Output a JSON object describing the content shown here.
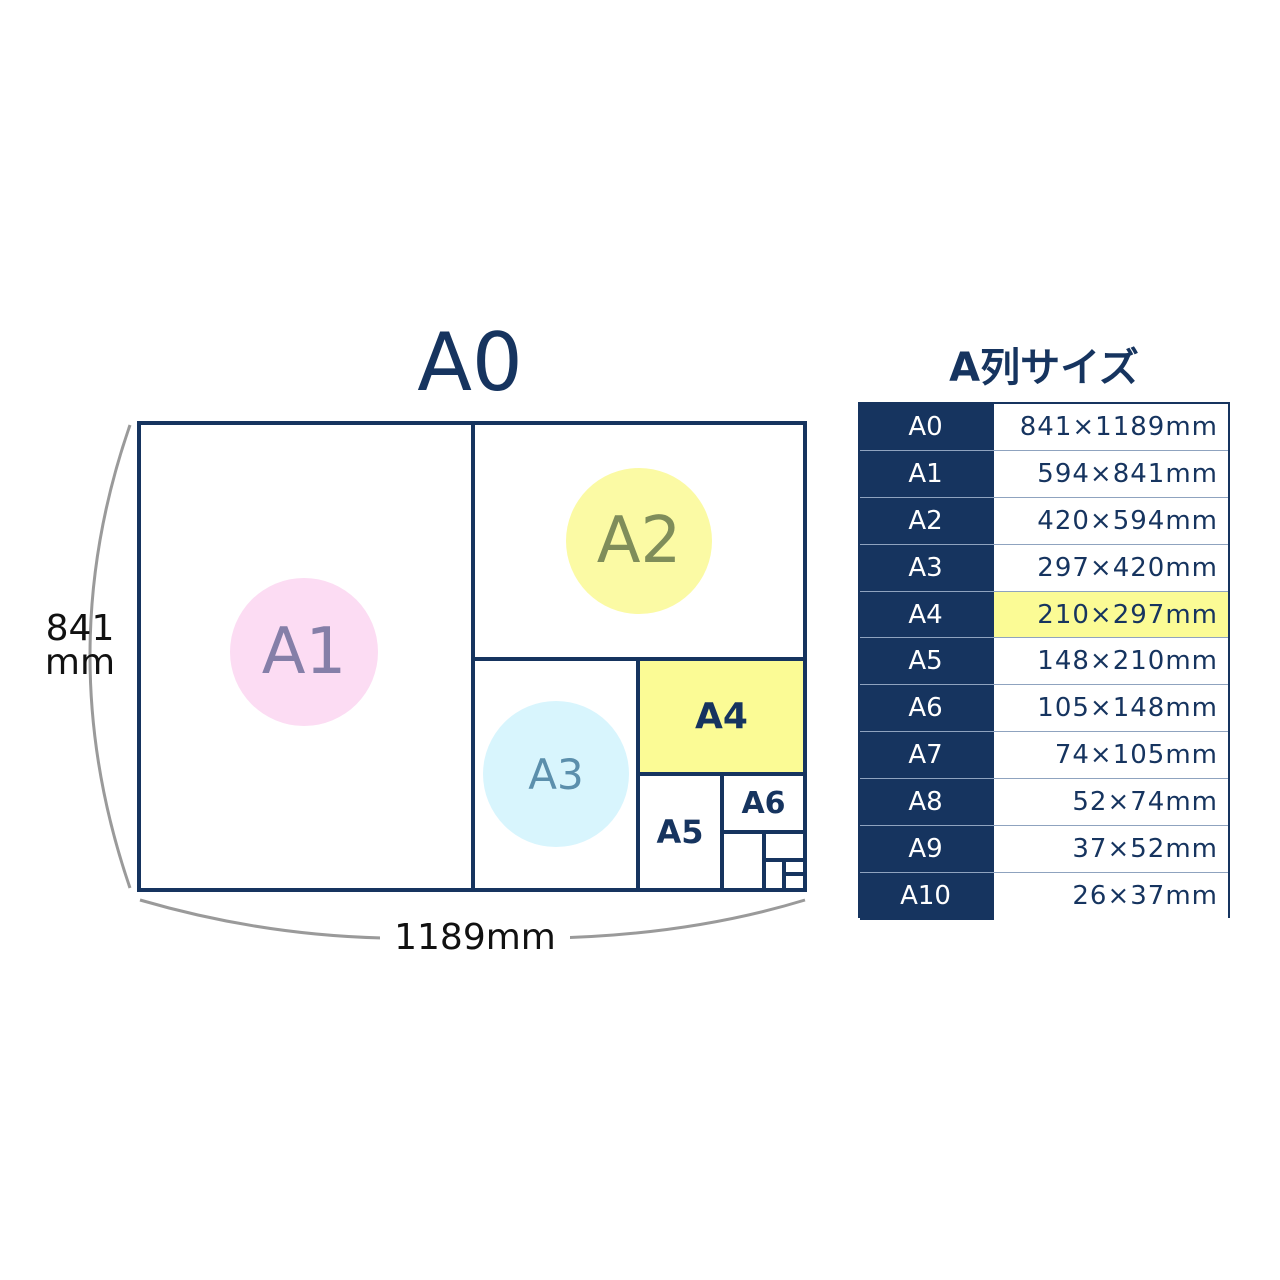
{
  "diagram": {
    "title": "A0",
    "width_label": "1189mm",
    "height_label": "841\nmm",
    "sheets": {
      "a1": "A1",
      "a2": "A2",
      "a3": "A3",
      "a4": "A4",
      "a5": "A5",
      "a6": "A6"
    },
    "colors": {
      "border": "#16345f",
      "a1_circle": "#fcdcf3",
      "a1_text": "#857fa8",
      "a2_circle": "#fbfaa4",
      "a2_text": "#7f8d5a",
      "a3_circle": "#d8f5fd",
      "a3_text": "#5b8fac",
      "a4_fill": "#fbfb95"
    }
  },
  "table": {
    "title": "A列サイズ",
    "rows": [
      {
        "size": "A0",
        "dim": "841×1189mm"
      },
      {
        "size": "A1",
        "dim": "594×841mm"
      },
      {
        "size": "A2",
        "dim": "420×594mm"
      },
      {
        "size": "A3",
        "dim": "297×420mm"
      },
      {
        "size": "A4",
        "dim": "210×297mm",
        "highlight": true
      },
      {
        "size": "A5",
        "dim": "148×210mm"
      },
      {
        "size": "A6",
        "dim": "105×148mm"
      },
      {
        "size": "A7",
        "dim": "74×105mm"
      },
      {
        "size": "A8",
        "dim": "52×74mm"
      },
      {
        "size": "A9",
        "dim": "37×52mm"
      },
      {
        "size": "A10",
        "dim": "26×37mm"
      }
    ]
  }
}
